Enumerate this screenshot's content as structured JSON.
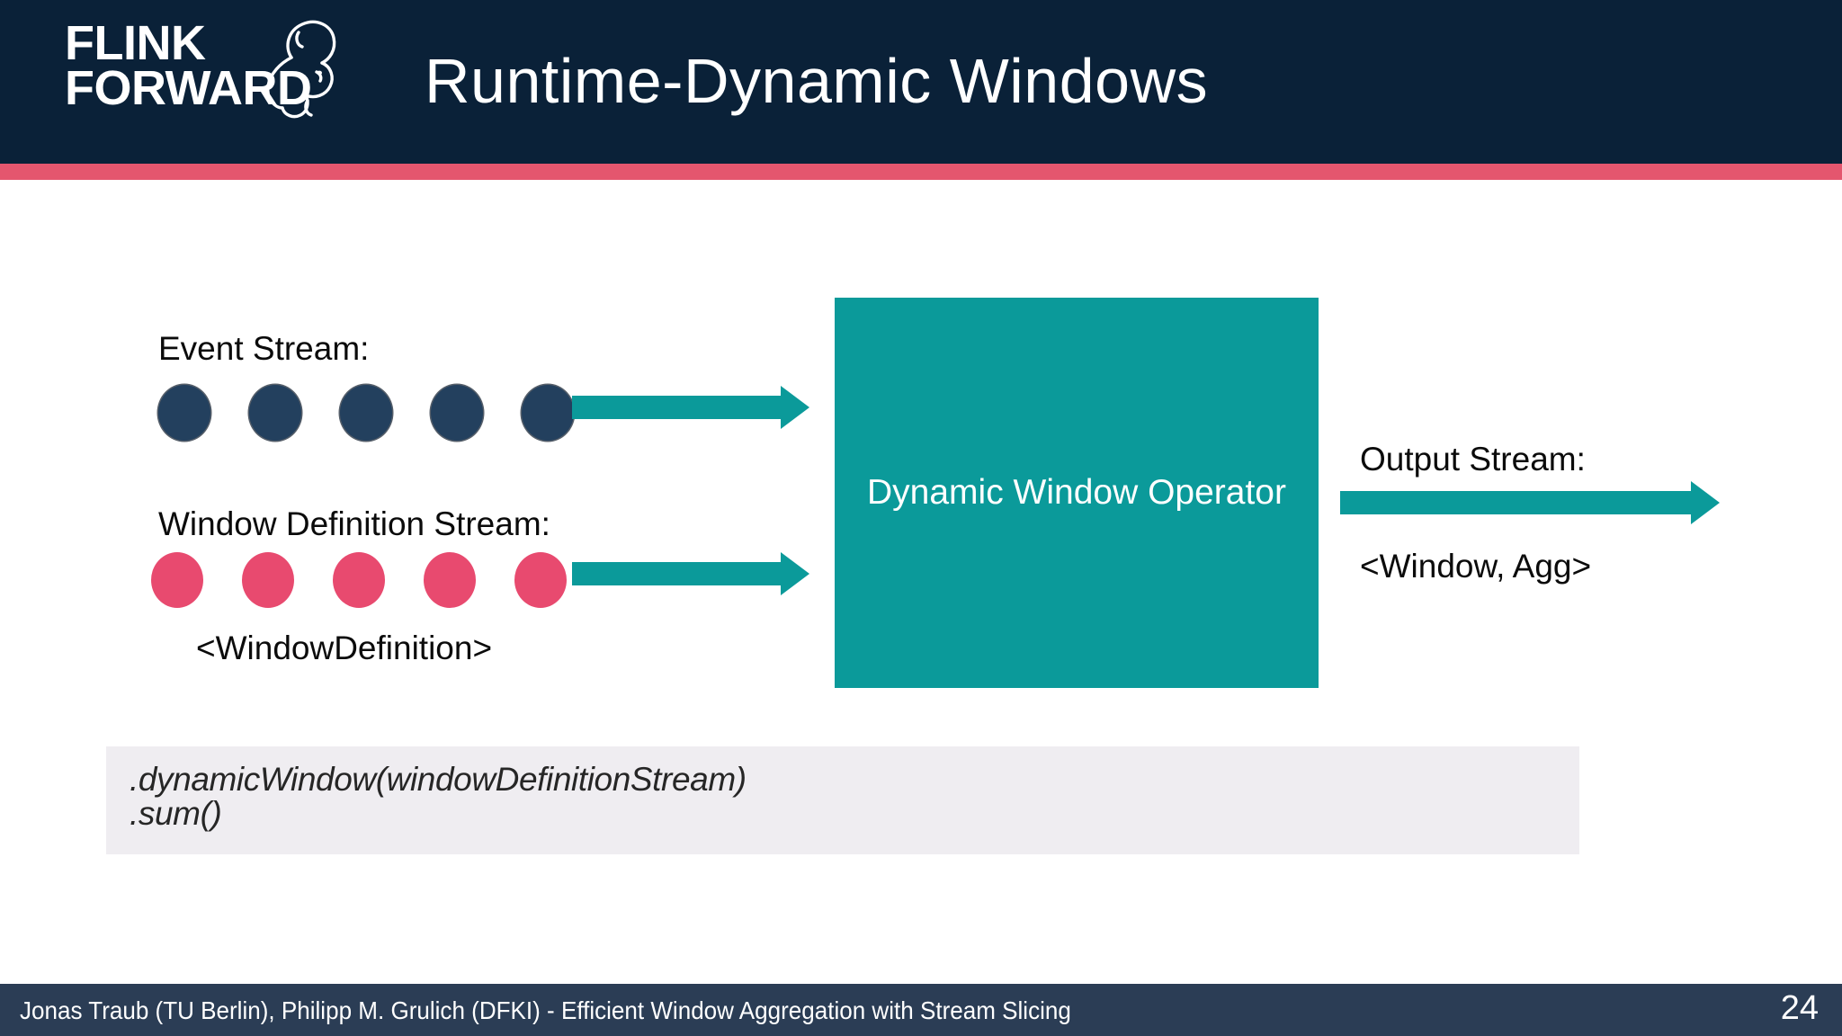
{
  "slide": {
    "title": "Runtime-Dynamic Windows",
    "page_number": "24",
    "colors": {
      "header_bg": "#0a2138",
      "accent_stripe": "#e4566e",
      "teal": "#0b9a9a",
      "event_dot": "#23405e",
      "window_dot": "#e84a6f",
      "footer_bg": "#2b3d55",
      "code_bg": "#efedf1"
    }
  },
  "logo": {
    "line1": "FLINK",
    "line2": "FORWARD",
    "icon": "squirrel-icon"
  },
  "diagram": {
    "event_stream": {
      "label": "Event Stream:",
      "dot_count": 5
    },
    "window_definition_stream": {
      "label": "Window Definition Stream:",
      "type_label": "<WindowDefinition>",
      "dot_count": 5
    },
    "operator": {
      "label": "Dynamic Window Operator"
    },
    "output_stream": {
      "label": "Output Stream:",
      "type_label": "<Window, Agg>"
    }
  },
  "code": {
    "line1": ".dynamicWindow(windowDefinitionStream)",
    "line2": ".sum()"
  },
  "footer": {
    "text": "Jonas Traub (TU Berlin), Philipp M. Grulich (DFKI) - Efficient Window Aggregation with Stream Slicing"
  }
}
